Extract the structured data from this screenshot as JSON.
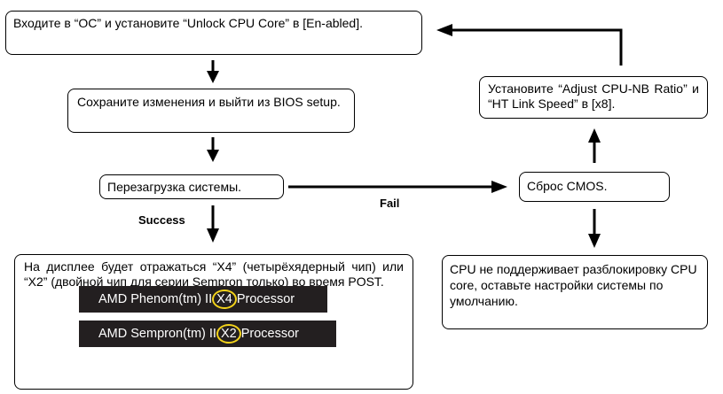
{
  "nodes": {
    "enter_oc": "Входите в “OC” и установите “Unlock CPU Core” в [En-abled].",
    "save_exit": "Сохраните изменения и выйти из BIOS setup.",
    "reboot": "Перезагрузка системы.",
    "post_display": "На дисплее будет отражаться “X4” (четырёхядерный чип) или “X2” (двойной чип для серии Sempron только) во время POST.",
    "clear_cmos": "Сброс CMOS.",
    "adjust_ratio": "Установите “Adjust CPU-NB Ratio” и “HT Link Speed” в [x8].",
    "not_supported": "CPU не поддерживает разблокировку CPU core, оставьте настройки системы по умолчанию."
  },
  "labels": {
    "success": "Success",
    "fail": "Fail"
  },
  "banners": [
    {
      "before": "AMD Phenom(tm) II",
      "highlight": "X4",
      "after": "Processor"
    },
    {
      "before": "AMD Sempron(tm) II",
      "highlight": "X2",
      "after": "Processor"
    }
  ],
  "colors": {
    "banner_bg": "#231f20",
    "highlight_ring": "#f2d21b"
  }
}
